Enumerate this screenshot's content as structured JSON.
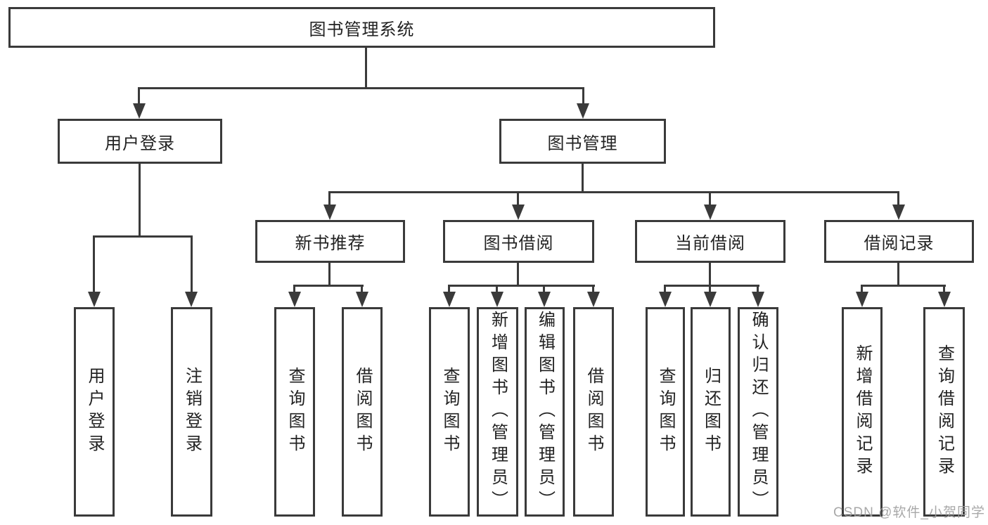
{
  "tree": {
    "root": {
      "label": "图书管理系统"
    },
    "level2": [
      {
        "label": "用户登录",
        "leaves": [
          {
            "label": "用户登录"
          },
          {
            "label": "注销登录"
          }
        ]
      },
      {
        "label": "图书管理"
      }
    ],
    "level3": [
      {
        "label": "新书推荐",
        "leaves": [
          {
            "label": "查询图书"
          },
          {
            "label": "借阅图书"
          }
        ]
      },
      {
        "label": "图书借阅",
        "leaves": [
          {
            "label": "查询图书"
          },
          {
            "label": "新增图书（管理员）"
          },
          {
            "label": "编辑图书（管理员）"
          },
          {
            "label": "借阅图书"
          }
        ]
      },
      {
        "label": "当前借阅",
        "leaves": [
          {
            "label": "查询图书"
          },
          {
            "label": "归还图书"
          },
          {
            "label": "确认归还（管理员）"
          }
        ]
      },
      {
        "label": "借阅记录",
        "leaves": [
          {
            "label": "新增借阅记录"
          },
          {
            "label": "查询借阅记录"
          }
        ]
      }
    ]
  },
  "watermark": {
    "text": "CSDN @软件_小贺同学"
  },
  "colors": {
    "line": "#3a3a3a",
    "text": "#222222",
    "background": "#ffffff",
    "watermark": "#9e9e9e"
  }
}
